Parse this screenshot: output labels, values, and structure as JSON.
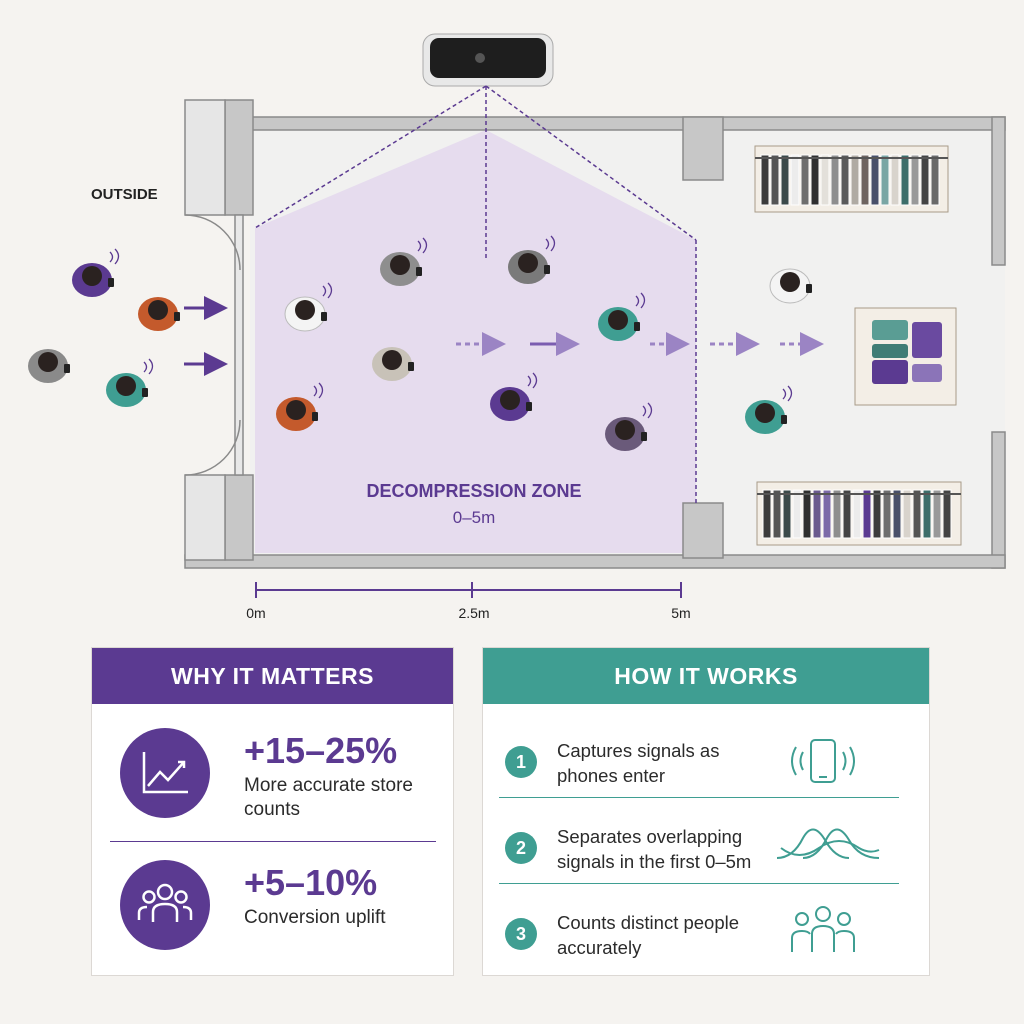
{
  "colors": {
    "purple": "#5b3a91",
    "teal": "#3f9e92",
    "zone_fill": "#e6dcee",
    "wall": "#c9c9c9"
  },
  "diagram": {
    "outside_label": "OUTSIDE",
    "zone_title": "DECOMPRESSION ZONE",
    "zone_range": "0–5m",
    "scale": [
      {
        "label": "0m"
      },
      {
        "label": "2.5m"
      },
      {
        "label": "5m"
      }
    ]
  },
  "why": {
    "title": "WHY IT MATTERS",
    "stats": [
      {
        "value": "+15–25%",
        "desc": "More accurate store counts",
        "icon": "trend-up-chart-icon"
      },
      {
        "value": "+5–10%",
        "desc": "Conversion uplift",
        "icon": "people-group-icon"
      }
    ]
  },
  "how": {
    "title": "HOW IT WORKS",
    "steps": [
      {
        "num": "1",
        "text": "Captures signals as phones enter",
        "icon": "phone-signal-icon"
      },
      {
        "num": "2",
        "text": "Separates overlapping signals in the first 0–5m",
        "icon": "overlapping-waves-icon"
      },
      {
        "num": "3",
        "text": "Counts distinct people accurately",
        "icon": "people-outline-icon"
      }
    ]
  }
}
